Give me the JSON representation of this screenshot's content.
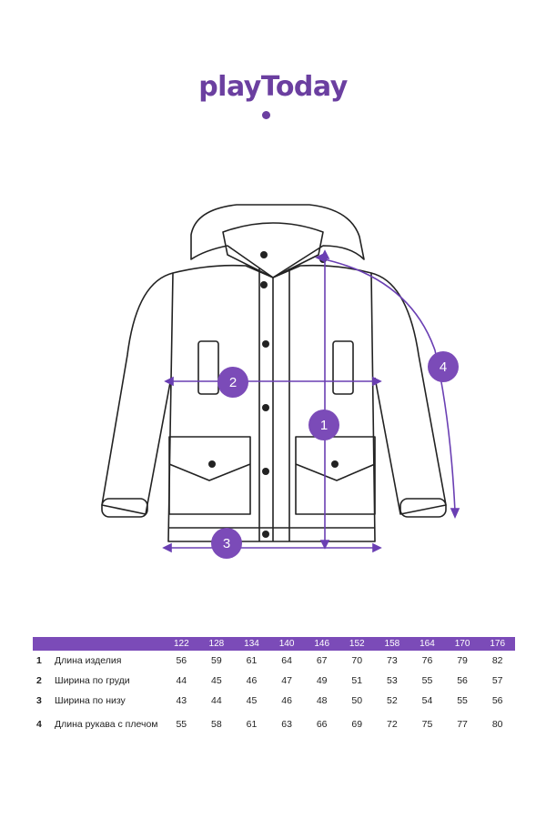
{
  "brand": {
    "name": "playToday",
    "color": "#6b3fa0"
  },
  "diagram": {
    "item": "jacket-flat-sketch",
    "markers": [
      "1",
      "2",
      "3",
      "4"
    ],
    "accent_color": "#7b4bb8"
  },
  "size_table": {
    "header_sizes": [
      "122",
      "128",
      "134",
      "140",
      "146",
      "152",
      "158",
      "164",
      "170",
      "176"
    ],
    "rows": [
      {
        "num": "1",
        "label": "Длина изделия",
        "values": [
          "56",
          "59",
          "61",
          "64",
          "67",
          "70",
          "73",
          "76",
          "79",
          "82"
        ]
      },
      {
        "num": "2",
        "label": "Ширина по груди",
        "values": [
          "44",
          "45",
          "46",
          "47",
          "49",
          "51",
          "53",
          "55",
          "56",
          "57"
        ]
      },
      {
        "num": "3",
        "label": "Ширина по низу",
        "values": [
          "43",
          "44",
          "45",
          "46",
          "48",
          "50",
          "52",
          "54",
          "55",
          "56"
        ]
      },
      {
        "num": "4",
        "label": "Длина рукава с плечом",
        "values": [
          "55",
          "58",
          "61",
          "63",
          "66",
          "69",
          "72",
          "75",
          "77",
          "80"
        ]
      }
    ]
  }
}
